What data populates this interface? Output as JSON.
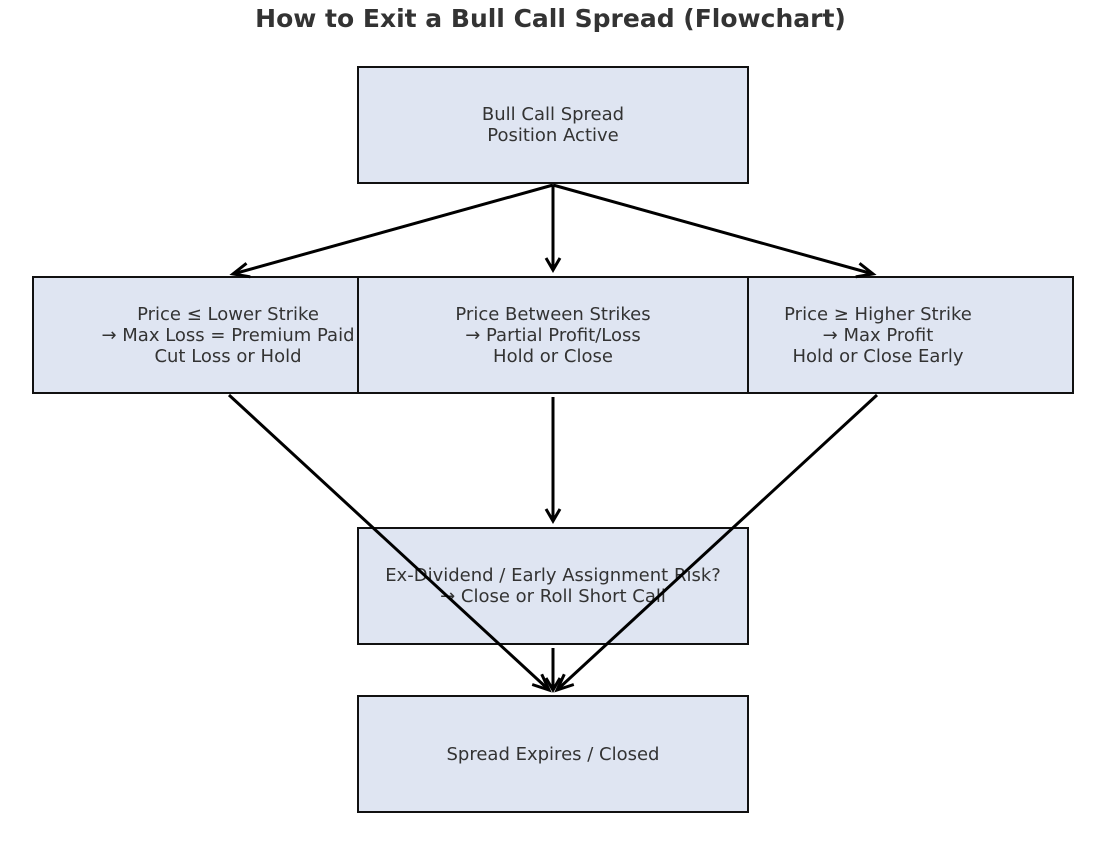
{
  "title": "How to Exit a Bull Call Spread (Flowchart)",
  "colors": {
    "node_fill": "#dfe5f2",
    "node_border": "#111111",
    "edge": "#000000",
    "text": "#333333"
  },
  "nodes": {
    "start": {
      "lines": [
        "Bull Call Spread",
        "Position Active"
      ]
    },
    "lower": {
      "lines": [
        "Price ≤ Lower Strike",
        "→ Max Loss = Premium Paid",
        "Cut Loss or Hold"
      ]
    },
    "between": {
      "lines": [
        "Price Between Strikes",
        "→ Partial Profit/Loss",
        "Hold or Close"
      ]
    },
    "higher": {
      "lines": [
        "Price ≥ Higher Strike",
        "→ Max Profit",
        "Hold or Close Early"
      ]
    },
    "risk": {
      "lines": [
        "Ex-Dividend / Early Assignment Risk?",
        "→ Close or Roll Short Call"
      ]
    },
    "end": {
      "lines": [
        "Spread Expires / Closed"
      ]
    }
  },
  "edges": [
    {
      "from": "start",
      "to": "lower"
    },
    {
      "from": "start",
      "to": "between"
    },
    {
      "from": "start",
      "to": "higher"
    },
    {
      "from": "lower",
      "to": "end"
    },
    {
      "from": "between",
      "to": "risk"
    },
    {
      "from": "higher",
      "to": "end"
    },
    {
      "from": "risk",
      "to": "end"
    }
  ]
}
